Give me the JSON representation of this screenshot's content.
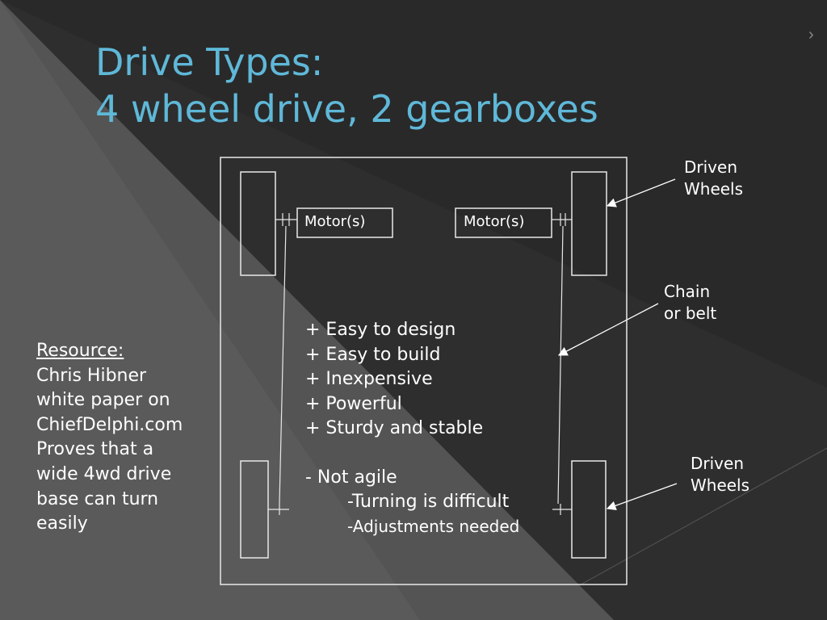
{
  "slide": {
    "title_lines": [
      "Drive Types:",
      "4 wheel drive, 2 gearboxes"
    ],
    "colors": {
      "title": "#5fb8d8",
      "text": "#ffffff",
      "background": "#2f2f2f",
      "frame": "#e8e8e8"
    }
  },
  "diagram": {
    "motors": [
      "Motor(s)",
      "Motor(s)"
    ],
    "labels": {
      "driven_wheels_top": [
        "Driven",
        "Wheels"
      ],
      "chain_or_belt": [
        "Chain",
        "or belt"
      ],
      "driven_wheels_bottom": [
        "Driven",
        "Wheels"
      ]
    }
  },
  "pros_cons": {
    "pros": [
      "+ Easy to design",
      "+ Easy to build",
      "+ Inexpensive",
      "+ Powerful",
      "+ Sturdy and stable"
    ],
    "con": "- Not agile",
    "con_details": [
      "-Turning is difficult",
      "-Adjustments needed"
    ]
  },
  "resource": {
    "heading": "Resource:",
    "lines": [
      "Chris Hibner",
      "white paper on",
      "ChiefDelphi.com",
      "Proves that a",
      "wide 4wd drive",
      "base can turn",
      "easily"
    ]
  }
}
